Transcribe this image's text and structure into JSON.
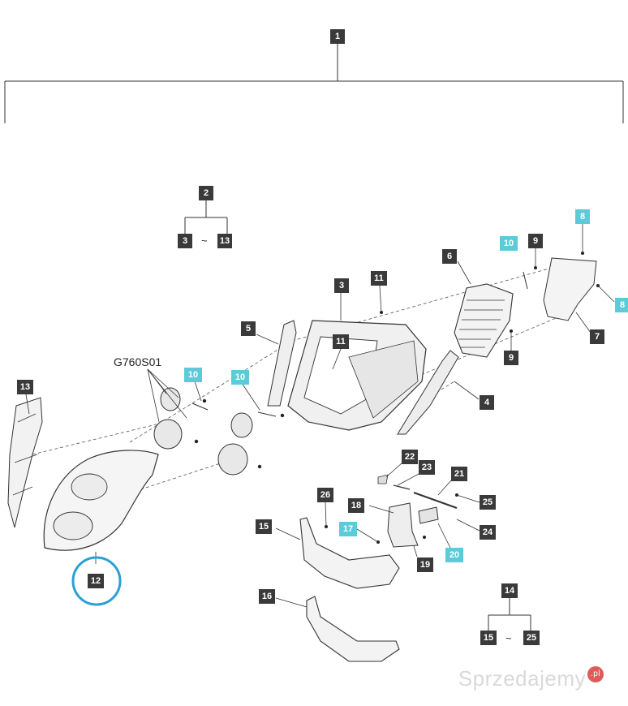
{
  "diagram": {
    "group_code": "G760S01",
    "tilde": "~",
    "labels": [
      {
        "id": "l1",
        "text": "1",
        "cyan": false
      },
      {
        "id": "l2",
        "text": "2",
        "cyan": false
      },
      {
        "id": "l2a",
        "text": "3",
        "cyan": false
      },
      {
        "id": "l2b",
        "text": "13",
        "cyan": false
      },
      {
        "id": "l3",
        "text": "3",
        "cyan": false
      },
      {
        "id": "l4",
        "text": "4",
        "cyan": false
      },
      {
        "id": "l5",
        "text": "5",
        "cyan": false
      },
      {
        "id": "l6",
        "text": "6",
        "cyan": false
      },
      {
        "id": "l7",
        "text": "7",
        "cyan": false
      },
      {
        "id": "l8a",
        "text": "8",
        "cyan": true
      },
      {
        "id": "l8b",
        "text": "8",
        "cyan": true
      },
      {
        "id": "l9a",
        "text": "9",
        "cyan": false
      },
      {
        "id": "l9b",
        "text": "9",
        "cyan": false
      },
      {
        "id": "l10a",
        "text": "10",
        "cyan": true
      },
      {
        "id": "l10b",
        "text": "10",
        "cyan": true
      },
      {
        "id": "l10c",
        "text": "10",
        "cyan": true
      },
      {
        "id": "l11a",
        "text": "11",
        "cyan": false
      },
      {
        "id": "l11b",
        "text": "11",
        "cyan": false
      },
      {
        "id": "l12",
        "text": "12",
        "cyan": false
      },
      {
        "id": "l13",
        "text": "13",
        "cyan": false
      },
      {
        "id": "l14",
        "text": "14",
        "cyan": false
      },
      {
        "id": "l14a",
        "text": "15",
        "cyan": false
      },
      {
        "id": "l14b",
        "text": "25",
        "cyan": false
      },
      {
        "id": "l15",
        "text": "15",
        "cyan": false
      },
      {
        "id": "l16",
        "text": "16",
        "cyan": false
      },
      {
        "id": "l17",
        "text": "17",
        "cyan": true
      },
      {
        "id": "l18",
        "text": "18",
        "cyan": false
      },
      {
        "id": "l19",
        "text": "19",
        "cyan": false
      },
      {
        "id": "l20",
        "text": "20",
        "cyan": true
      },
      {
        "id": "l21",
        "text": "21",
        "cyan": false
      },
      {
        "id": "l22",
        "text": "22",
        "cyan": false
      },
      {
        "id": "l23",
        "text": "23",
        "cyan": false
      },
      {
        "id": "l24",
        "text": "24",
        "cyan": false
      },
      {
        "id": "l25",
        "text": "25",
        "cyan": false
      },
      {
        "id": "l26",
        "text": "26",
        "cyan": false
      }
    ],
    "highlight_color": "#2a9fd6"
  },
  "watermark": {
    "text": "Sprzedajemy",
    "badge": ".pl"
  }
}
